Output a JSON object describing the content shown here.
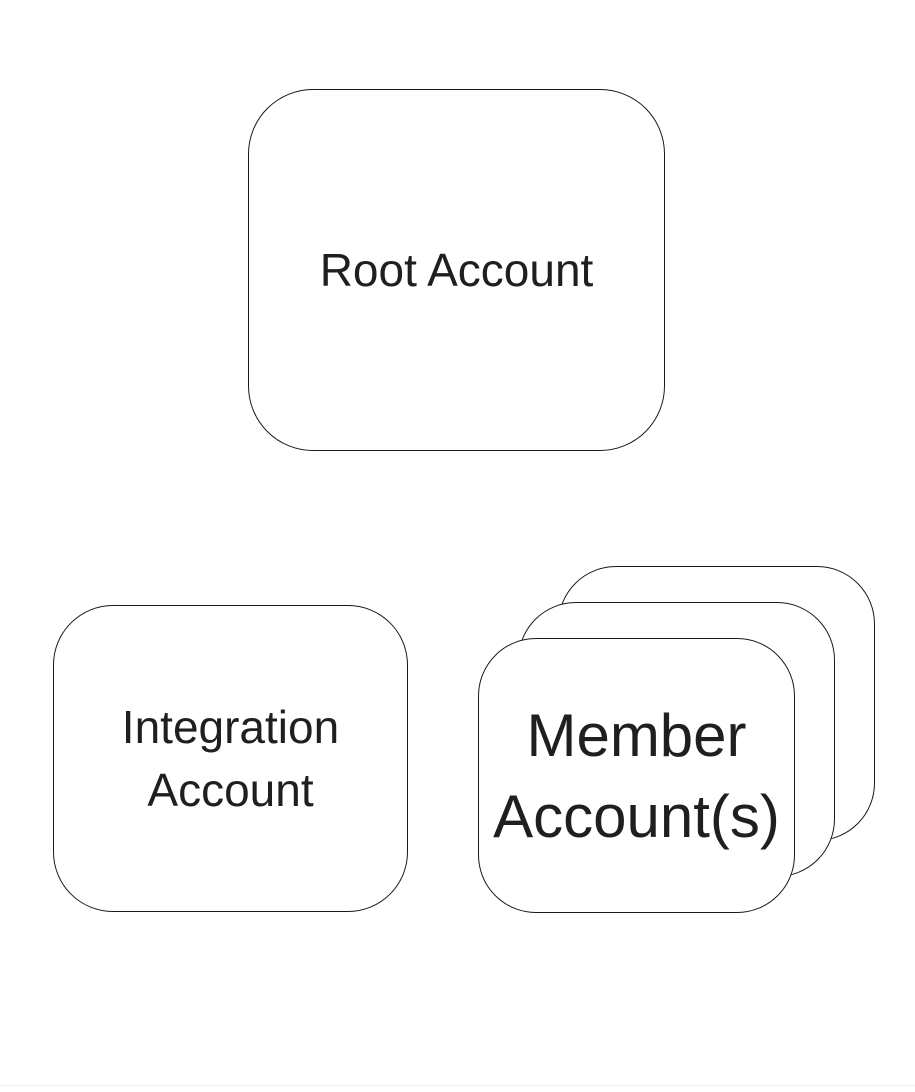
{
  "diagram": {
    "nodes": {
      "root": {
        "label": "Root Account"
      },
      "integration": {
        "label": "Integration Account"
      },
      "member": {
        "label": "Member Account(s)",
        "stack_count": 3
      }
    }
  },
  "colors": {
    "background": "#ffffff",
    "node_fill": "#ffffff",
    "node_border": "#1a1a1a",
    "text": "#1f1f1f",
    "bottom_divider": "#eef0f1"
  }
}
